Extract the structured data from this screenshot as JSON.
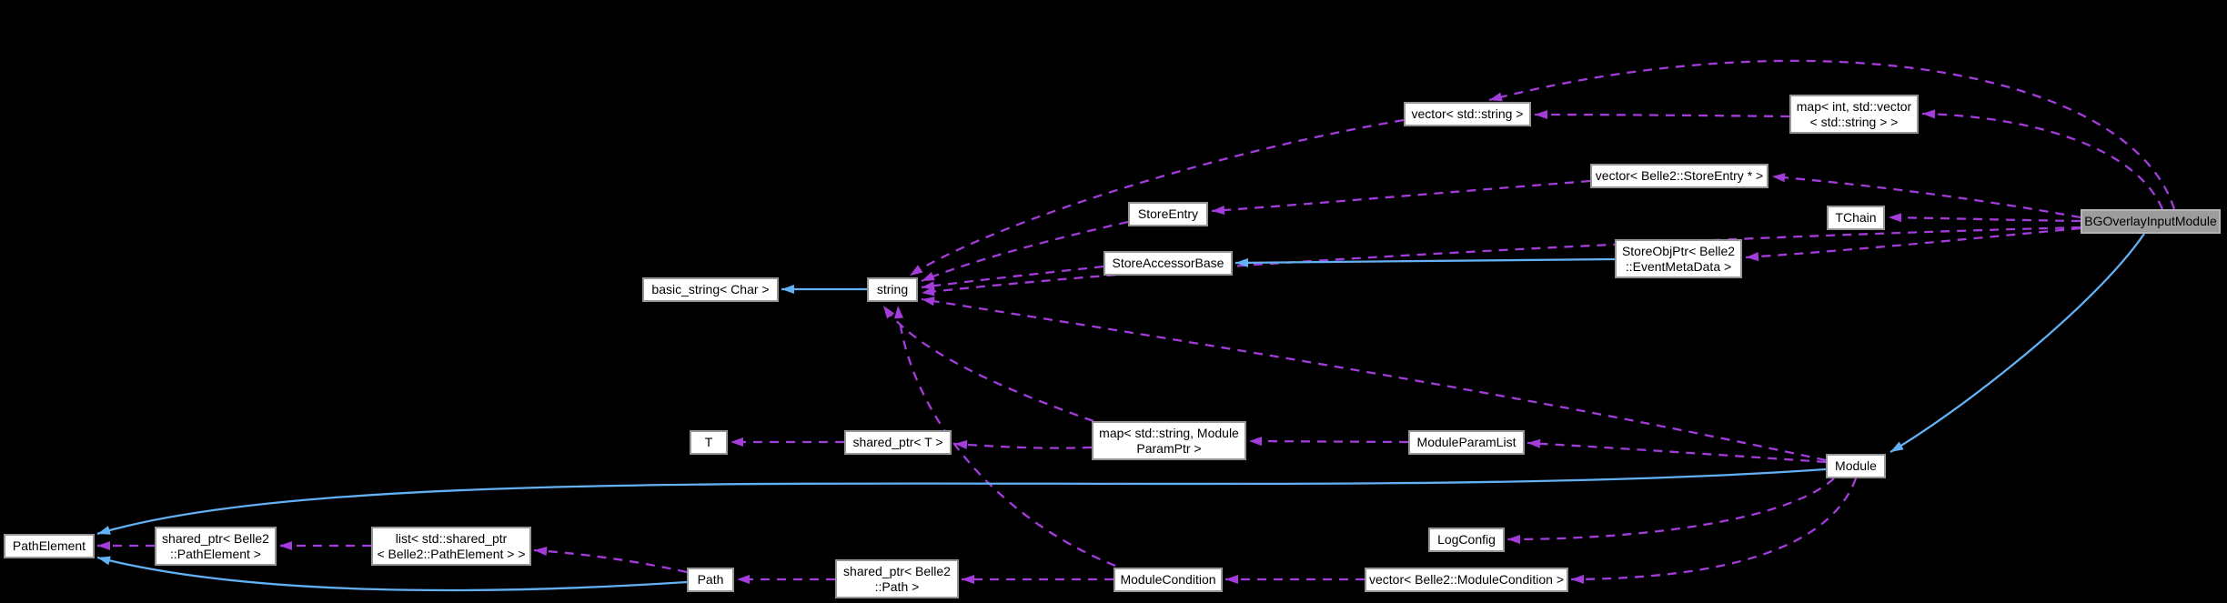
{
  "diagram": {
    "kind": "class-collaboration-graph",
    "focus_node": "BGOverlayInputModule",
    "colors": {
      "background": "#000000",
      "node_fill": "#ffffff",
      "node_border": "#969696",
      "focus_node_fill": "#9c9c9c",
      "focus_node_border": "#b5b5b5",
      "node_text": "#000000",
      "uses_edge": "#a43cdb",
      "inherits_edge": "#63b1f5"
    },
    "nodes": [
      {
        "id": "basic-string",
        "label": "basic_string< Char >"
      },
      {
        "id": "string",
        "label": "string"
      },
      {
        "id": "vector-std-string",
        "label": "vector< std::string >"
      },
      {
        "id": "map-int-vector",
        "label": "map< int, std::vector\n< std::string > >"
      },
      {
        "id": "vector-belle2-storeentry",
        "label": "vector< Belle2::StoreEntry * >"
      },
      {
        "id": "storeentry",
        "label": "StoreEntry"
      },
      {
        "id": "tchain",
        "label": "TChain"
      },
      {
        "id": "bgoverlayinputmodule",
        "label": "BGOverlayInputModule"
      },
      {
        "id": "storeaccessorbase",
        "label": "StoreAccessorBase"
      },
      {
        "id": "storeobjptr-eventmetadata",
        "label": "StoreObjPtr< Belle2\n::EventMetaData >"
      },
      {
        "id": "t",
        "label": "T"
      },
      {
        "id": "shared-ptr-t",
        "label": "shared_ptr< T >"
      },
      {
        "id": "map-moduleparamptr",
        "label": "map< std::string, Module\nParamPtr >"
      },
      {
        "id": "moduleparamlist",
        "label": "ModuleParamList"
      },
      {
        "id": "module",
        "label": "Module"
      },
      {
        "id": "pathelement",
        "label": "PathElement"
      },
      {
        "id": "shared-ptr-pathelement",
        "label": "shared_ptr< Belle2\n::PathElement >"
      },
      {
        "id": "list-shared-ptr-pathelement",
        "label": "list< std::shared_ptr\n< Belle2::PathElement > >"
      },
      {
        "id": "logconfig",
        "label": "LogConfig"
      },
      {
        "id": "path",
        "label": "Path"
      },
      {
        "id": "shared-ptr-path",
        "label": "shared_ptr< Belle2\n::Path >"
      },
      {
        "id": "modulecondition",
        "label": "ModuleCondition"
      },
      {
        "id": "vector-belle2-modulecondition",
        "label": "vector< Belle2::ModuleCondition >"
      }
    ],
    "edges": [
      {
        "from": "vector< std::string >",
        "to": "string",
        "relation": "uses",
        "style": "dashed"
      },
      {
        "from": "StoreEntry",
        "to": "string",
        "relation": "uses",
        "style": "dashed"
      },
      {
        "from": "StoreAccessorBase",
        "to": "string",
        "relation": "uses",
        "style": "dashed"
      },
      {
        "from": "BGOverlayInputModule",
        "to": "string",
        "relation": "uses",
        "style": "dashed"
      },
      {
        "from": "Module",
        "to": "string",
        "relation": "uses",
        "style": "dashed"
      },
      {
        "from": "ModuleCondition",
        "to": "string",
        "relation": "uses",
        "style": "dashed"
      },
      {
        "from": "map< std::string, ModuleParamPtr >",
        "to": "string",
        "relation": "uses",
        "style": "dashed"
      },
      {
        "from": "map< int, std::vector< std::string > >",
        "to": "vector< std::string >",
        "relation": "uses",
        "style": "dashed"
      },
      {
        "from": "BGOverlayInputModule",
        "to": "vector< std::string >",
        "relation": "uses",
        "style": "dashed"
      },
      {
        "from": "BGOverlayInputModule",
        "to": "map< int, std::vector< std::string > >",
        "relation": "uses",
        "style": "dashed"
      },
      {
        "from": "BGOverlayInputModule",
        "to": "vector< Belle2::StoreEntry * >",
        "relation": "uses",
        "style": "dashed"
      },
      {
        "from": "BGOverlayInputModule",
        "to": "TChain",
        "relation": "uses",
        "style": "dashed"
      },
      {
        "from": "BGOverlayInputModule",
        "to": "StoreObjPtr< Belle2::EventMetaData >",
        "relation": "uses",
        "style": "dashed"
      },
      {
        "from": "vector< Belle2::StoreEntry * >",
        "to": "StoreEntry",
        "relation": "uses",
        "style": "dashed"
      },
      {
        "from": "shared_ptr< T >",
        "to": "T",
        "relation": "uses",
        "style": "dashed"
      },
      {
        "from": "map< std::string, ModuleParamPtr >",
        "to": "shared_ptr< T >",
        "relation": "uses",
        "style": "dashed"
      },
      {
        "from": "ModuleParamList",
        "to": "map< std::string, ModuleParamPtr >",
        "relation": "uses",
        "style": "dashed"
      },
      {
        "from": "Module",
        "to": "ModuleParamList",
        "relation": "uses",
        "style": "dashed"
      },
      {
        "from": "Module",
        "to": "LogConfig",
        "relation": "uses",
        "style": "dashed"
      },
      {
        "from": "Module",
        "to": "vector< Belle2::ModuleCondition >",
        "relation": "uses",
        "style": "dashed"
      },
      {
        "from": "vector< Belle2::ModuleCondition >",
        "to": "ModuleCondition",
        "relation": "uses",
        "style": "dashed"
      },
      {
        "from": "ModuleCondition",
        "to": "shared_ptr< Belle2::Path >",
        "relation": "uses",
        "style": "dashed"
      },
      {
        "from": "shared_ptr< Belle2::Path >",
        "to": "Path",
        "relation": "uses",
        "style": "dashed"
      },
      {
        "from": "Path",
        "to": "list< std::shared_ptr< Belle2::PathElement > >",
        "relation": "uses",
        "style": "dashed"
      },
      {
        "from": "list< std::shared_ptr< Belle2::PathElement > >",
        "to": "shared_ptr< Belle2::PathElement >",
        "relation": "uses",
        "style": "dashed"
      },
      {
        "from": "shared_ptr< Belle2::PathElement >",
        "to": "PathElement",
        "relation": "uses",
        "style": "dashed"
      },
      {
        "from": "string",
        "to": "basic_string< Char >",
        "relation": "inherits",
        "style": "solid"
      },
      {
        "from": "StoreObjPtr< Belle2::EventMetaData >",
        "to": "StoreAccessorBase",
        "relation": "inherits",
        "style": "solid"
      },
      {
        "from": "BGOverlayInputModule",
        "to": "Module",
        "relation": "inherits",
        "style": "solid"
      },
      {
        "from": "Module",
        "to": "PathElement",
        "relation": "inherits",
        "style": "solid"
      },
      {
        "from": "Path",
        "to": "PathElement",
        "relation": "inherits",
        "style": "solid"
      }
    ]
  }
}
